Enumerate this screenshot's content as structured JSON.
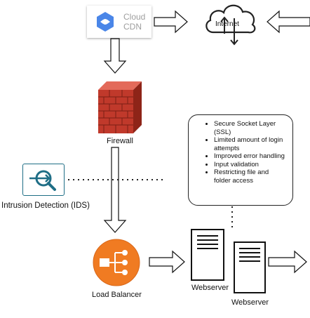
{
  "cdn": {
    "line1": "Cloud",
    "line2": "CDN",
    "icon": "google-cloud-cdn-icon"
  },
  "internet": {
    "label": "Internet",
    "icon": "cloud-updown-icon"
  },
  "firewall": {
    "label": "Firewall",
    "icon": "brick-wall-icon",
    "color": "#c0392b"
  },
  "ids": {
    "label": "Intrusion Detection (IDS)",
    "icon": "magnifier-arrow-icon",
    "color": "#1f6e86"
  },
  "load_balancer": {
    "label": "Load Balancer",
    "icon": "load-balancer-icon",
    "color": "#f07b22"
  },
  "webservers": [
    {
      "label": "Webserver"
    },
    {
      "label": "Webserver"
    }
  ],
  "security_notes": [
    "Secure Socket Layer (SSL)",
    "Limited amount of login attempts",
    "Improved error handling",
    "Input validation",
    "Restricting file and folder access"
  ]
}
